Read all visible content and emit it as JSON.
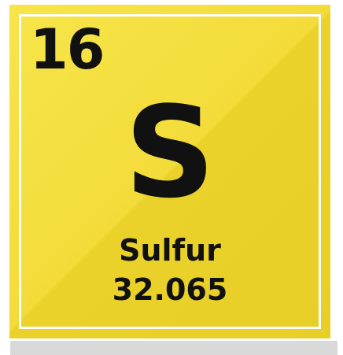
{
  "element": {
    "atomic_number": "16",
    "symbol": "S",
    "name": "Sulfur",
    "atomic_mass": "32.065"
  },
  "colors": {
    "tile_yellow": "#f3dc3a",
    "border": "#ffffff",
    "text": "#111111"
  }
}
